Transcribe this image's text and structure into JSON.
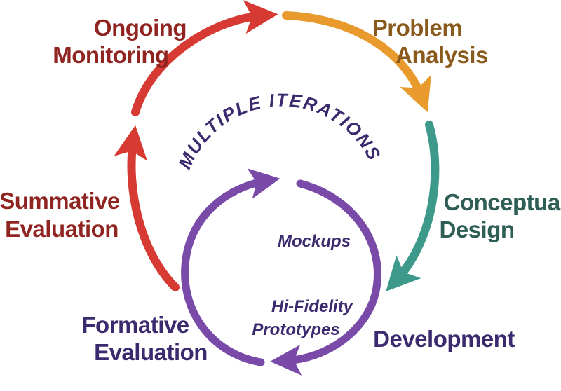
{
  "colors": {
    "red": "#d63a33",
    "red_text": "#8f2420",
    "orange": "#e89a2c",
    "orange_text": "#8a5a1c",
    "teal": "#3d9a8a",
    "teal_text": "#2e5e56",
    "purple": "#7a4aa8",
    "purple_text": "#3b2a6e",
    "background": "#ffffff"
  },
  "stages": {
    "ongoing_monitoring": {
      "line1": "Ongoing",
      "line2": "Monitoring"
    },
    "problem_analysis": {
      "line1": "Problem",
      "line2": "Analysis"
    },
    "conceptual_design": {
      "line1": "Conceptual",
      "line2": "Design"
    },
    "development": {
      "label": "Development"
    },
    "formative_evaluation": {
      "line1": "Formative",
      "line2": "Evaluation"
    },
    "summative_evaluation": {
      "line1": "Summative",
      "line2": "Evaluation"
    }
  },
  "inner_cycle": {
    "title": "MULTIPLE ITERATIONS",
    "mockups": "Mockups",
    "prototypes_line1": "Hi-Fidelity",
    "prototypes_line2": "Prototypes"
  }
}
